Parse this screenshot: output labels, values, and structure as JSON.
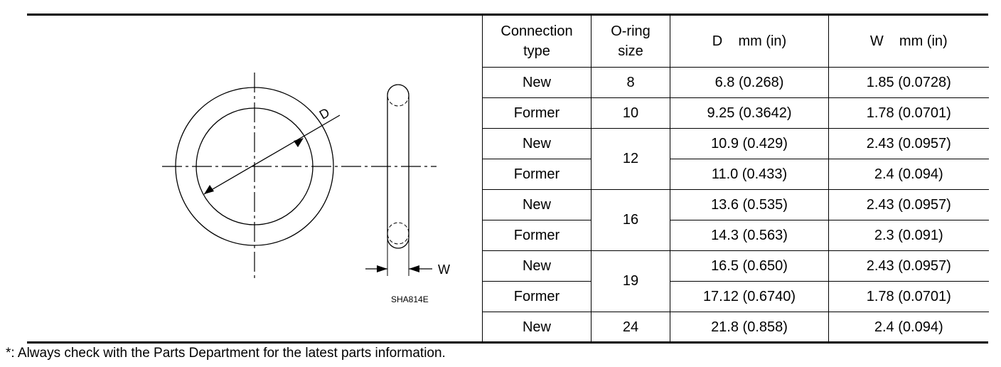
{
  "figure": {
    "d_label": "D",
    "w_label": "W",
    "code": "SHA814E"
  },
  "table": {
    "headers": {
      "connection_type": "Connection\ntype",
      "oring_size": "O-ring\nsize",
      "d": "D    mm (in)",
      "w": "W    mm (in)"
    },
    "rows": [
      {
        "type": "New",
        "size": "8",
        "d": "6.8 (0.268)",
        "w": "1.85 (0.0728)"
      },
      {
        "type": "Former",
        "size": "10",
        "d": "9.25 (0.3642)",
        "w": "1.78 (0.0701)"
      },
      {
        "type": "New",
        "size": "12",
        "d": "10.9 (0.429)",
        "w": "2.43 (0.0957)"
      },
      {
        "type": "Former",
        "size": "12",
        "d": "11.0 (0.433)",
        "w": "2.4 (0.094)"
      },
      {
        "type": "New",
        "size": "16",
        "d": "13.6 (0.535)",
        "w": "2.43 (0.0957)"
      },
      {
        "type": "Former",
        "size": "16",
        "d": "14.3 (0.563)",
        "w": "2.3 (0.091)"
      },
      {
        "type": "New",
        "size": "19",
        "d": "16.5 (0.650)",
        "w": "2.43 (0.0957)"
      },
      {
        "type": "Former",
        "size": "19",
        "d": "17.12 (0.6740)",
        "w": "1.78 (0.0701)"
      },
      {
        "type": "New",
        "size": "24",
        "d": "21.8 (0.858)",
        "w": "2.4 (0.094)"
      }
    ]
  },
  "footnote": "*: Always check with the Parts Department for the latest parts information."
}
